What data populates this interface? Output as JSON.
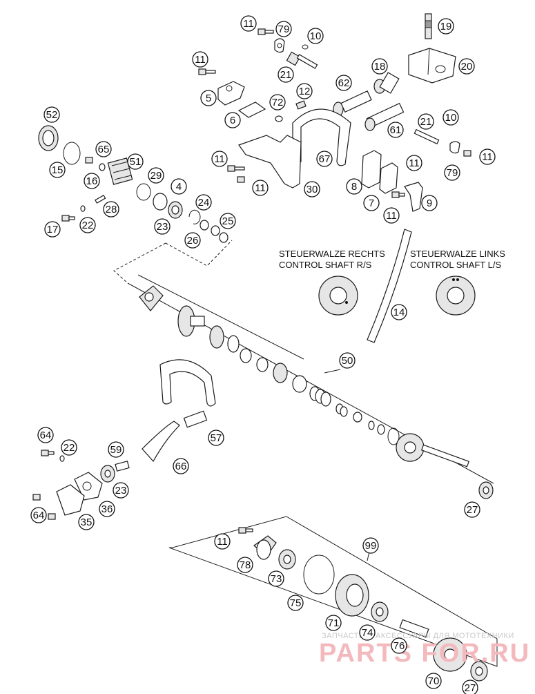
{
  "captions": {
    "right_de": "STEUERWALZE RECHTS",
    "right_en": "CONTROL SHAFT R/S",
    "left_de": "STEUERWALZE LINKS",
    "left_en": "CONTROL SHAFT L/S"
  },
  "watermark": {
    "tagline": "ЗАПЧАСТИ И АКСЕССУАРЫ ДЛЯ МОТОТЕХНИКИ",
    "brand": "PARTS FOR.RU"
  },
  "callouts": [
    "11",
    "79",
    "10",
    "19",
    "11",
    "21",
    "20",
    "18",
    "62",
    "5",
    "72",
    "12",
    "6",
    "52",
    "61",
    "21",
    "10",
    "65",
    "11",
    "67",
    "79",
    "11",
    "15",
    "51",
    "29",
    "16",
    "11",
    "11",
    "30",
    "8",
    "7",
    "9",
    "4",
    "24",
    "25",
    "17",
    "22",
    "28",
    "23",
    "11",
    "26",
    "14",
    "50",
    "57",
    "64",
    "22",
    "59",
    "66",
    "23",
    "27",
    "36",
    "64",
    "35",
    "11",
    "99",
    "78",
    "73",
    "75",
    "71",
    "74",
    "76",
    "70",
    "27"
  ]
}
